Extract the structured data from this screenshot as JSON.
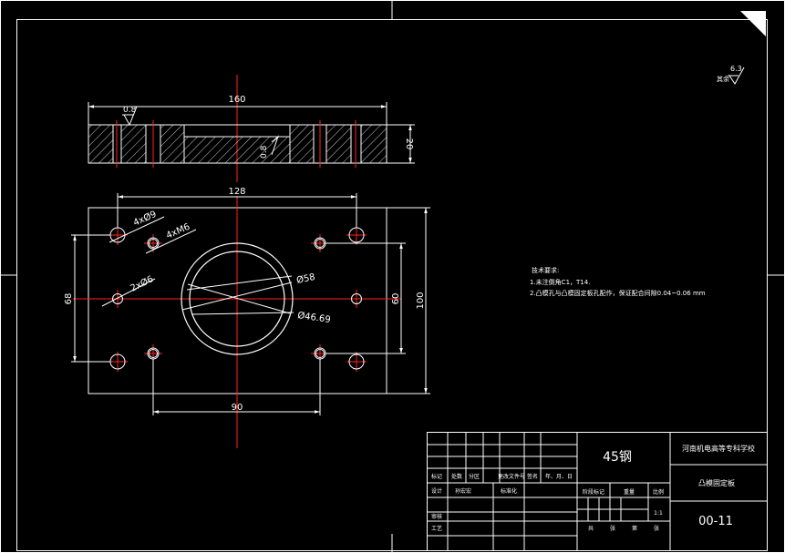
{
  "colors": {
    "background": "#000000",
    "lines": "#ffffff",
    "centerlines": "#ff2020",
    "hatch": "#ffffff"
  },
  "section_view": {
    "dim_width": "160",
    "dim_height": "20",
    "roughness_top": "0.8",
    "roughness_inner": "0.8"
  },
  "plan_view": {
    "dim_hole_spacing": "128",
    "dim_bottom": "90",
    "dim_left": "68",
    "dim_right_inner": "60",
    "dim_right_outer": "100",
    "callout_holes_a": "4xØ9",
    "callout_holes_b": "4xM6",
    "callout_holes_c": "2xØ6",
    "callout_bore_outer": "Ø58",
    "callout_bore_inner": "Ø46.69"
  },
  "roughness_note": {
    "label": "其余",
    "value": "6.3"
  },
  "tech_notes": {
    "title": "技术要求:",
    "line1": "1.未注倒角C1，T14.",
    "line2": "2.凸模孔与凸模固定板孔配作，保证配合间隙0.04~0.06 mm"
  },
  "title_block": {
    "material": "45钢",
    "school": "河南机电高等专科学校",
    "part_name": "凸模固定板",
    "drawing_no": "00-11",
    "header_labels": [
      "标记",
      "处数",
      "分区",
      "更改文件号",
      "签名",
      "年、月、日"
    ],
    "left_labels": [
      "设计",
      "标准化",
      "审核",
      "工艺"
    ],
    "designer": "孙宏宏",
    "stage_labels": [
      "阶段标记",
      "重量",
      "比例"
    ],
    "scale": "1:1",
    "sheet_labels": [
      "共",
      "张",
      "第",
      "张"
    ]
  }
}
